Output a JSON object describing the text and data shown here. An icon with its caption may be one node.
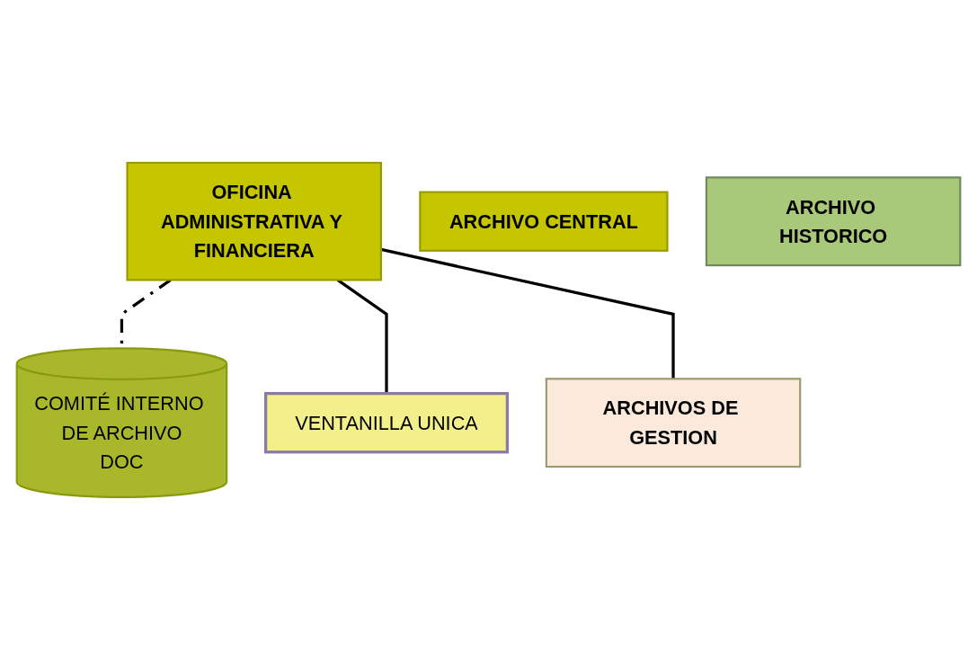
{
  "diagram": {
    "nodes": [
      {
        "text": [
          "OFICINA ADMINISTRATIVA Y FINANCIERA"
        ]
      },
      {
        "text": [
          "COMITÉ INTERNO DE ARCHIVO",
          "DOC"
        ]
      },
      {
        "text": [
          "VENTANILLA UNICA"
        ]
      },
      {
        "text": [
          "ARCHIVOS DE GESTION"
        ]
      },
      {
        "text": [
          "ARCHIVO CENTRAL"
        ]
      },
      {
        "text": [
          "ARCHIVO HISTORICO"
        ]
      }
    ],
    "edges": [
      {
        "from": 0,
        "to": 1,
        "arrow": "none",
        "style": "dashed"
      },
      {
        "from": 0,
        "to": 2,
        "arrow": "none"
      },
      {
        "from": 0,
        "to": 3,
        "arrow": "none"
      }
    ]
  }
}
